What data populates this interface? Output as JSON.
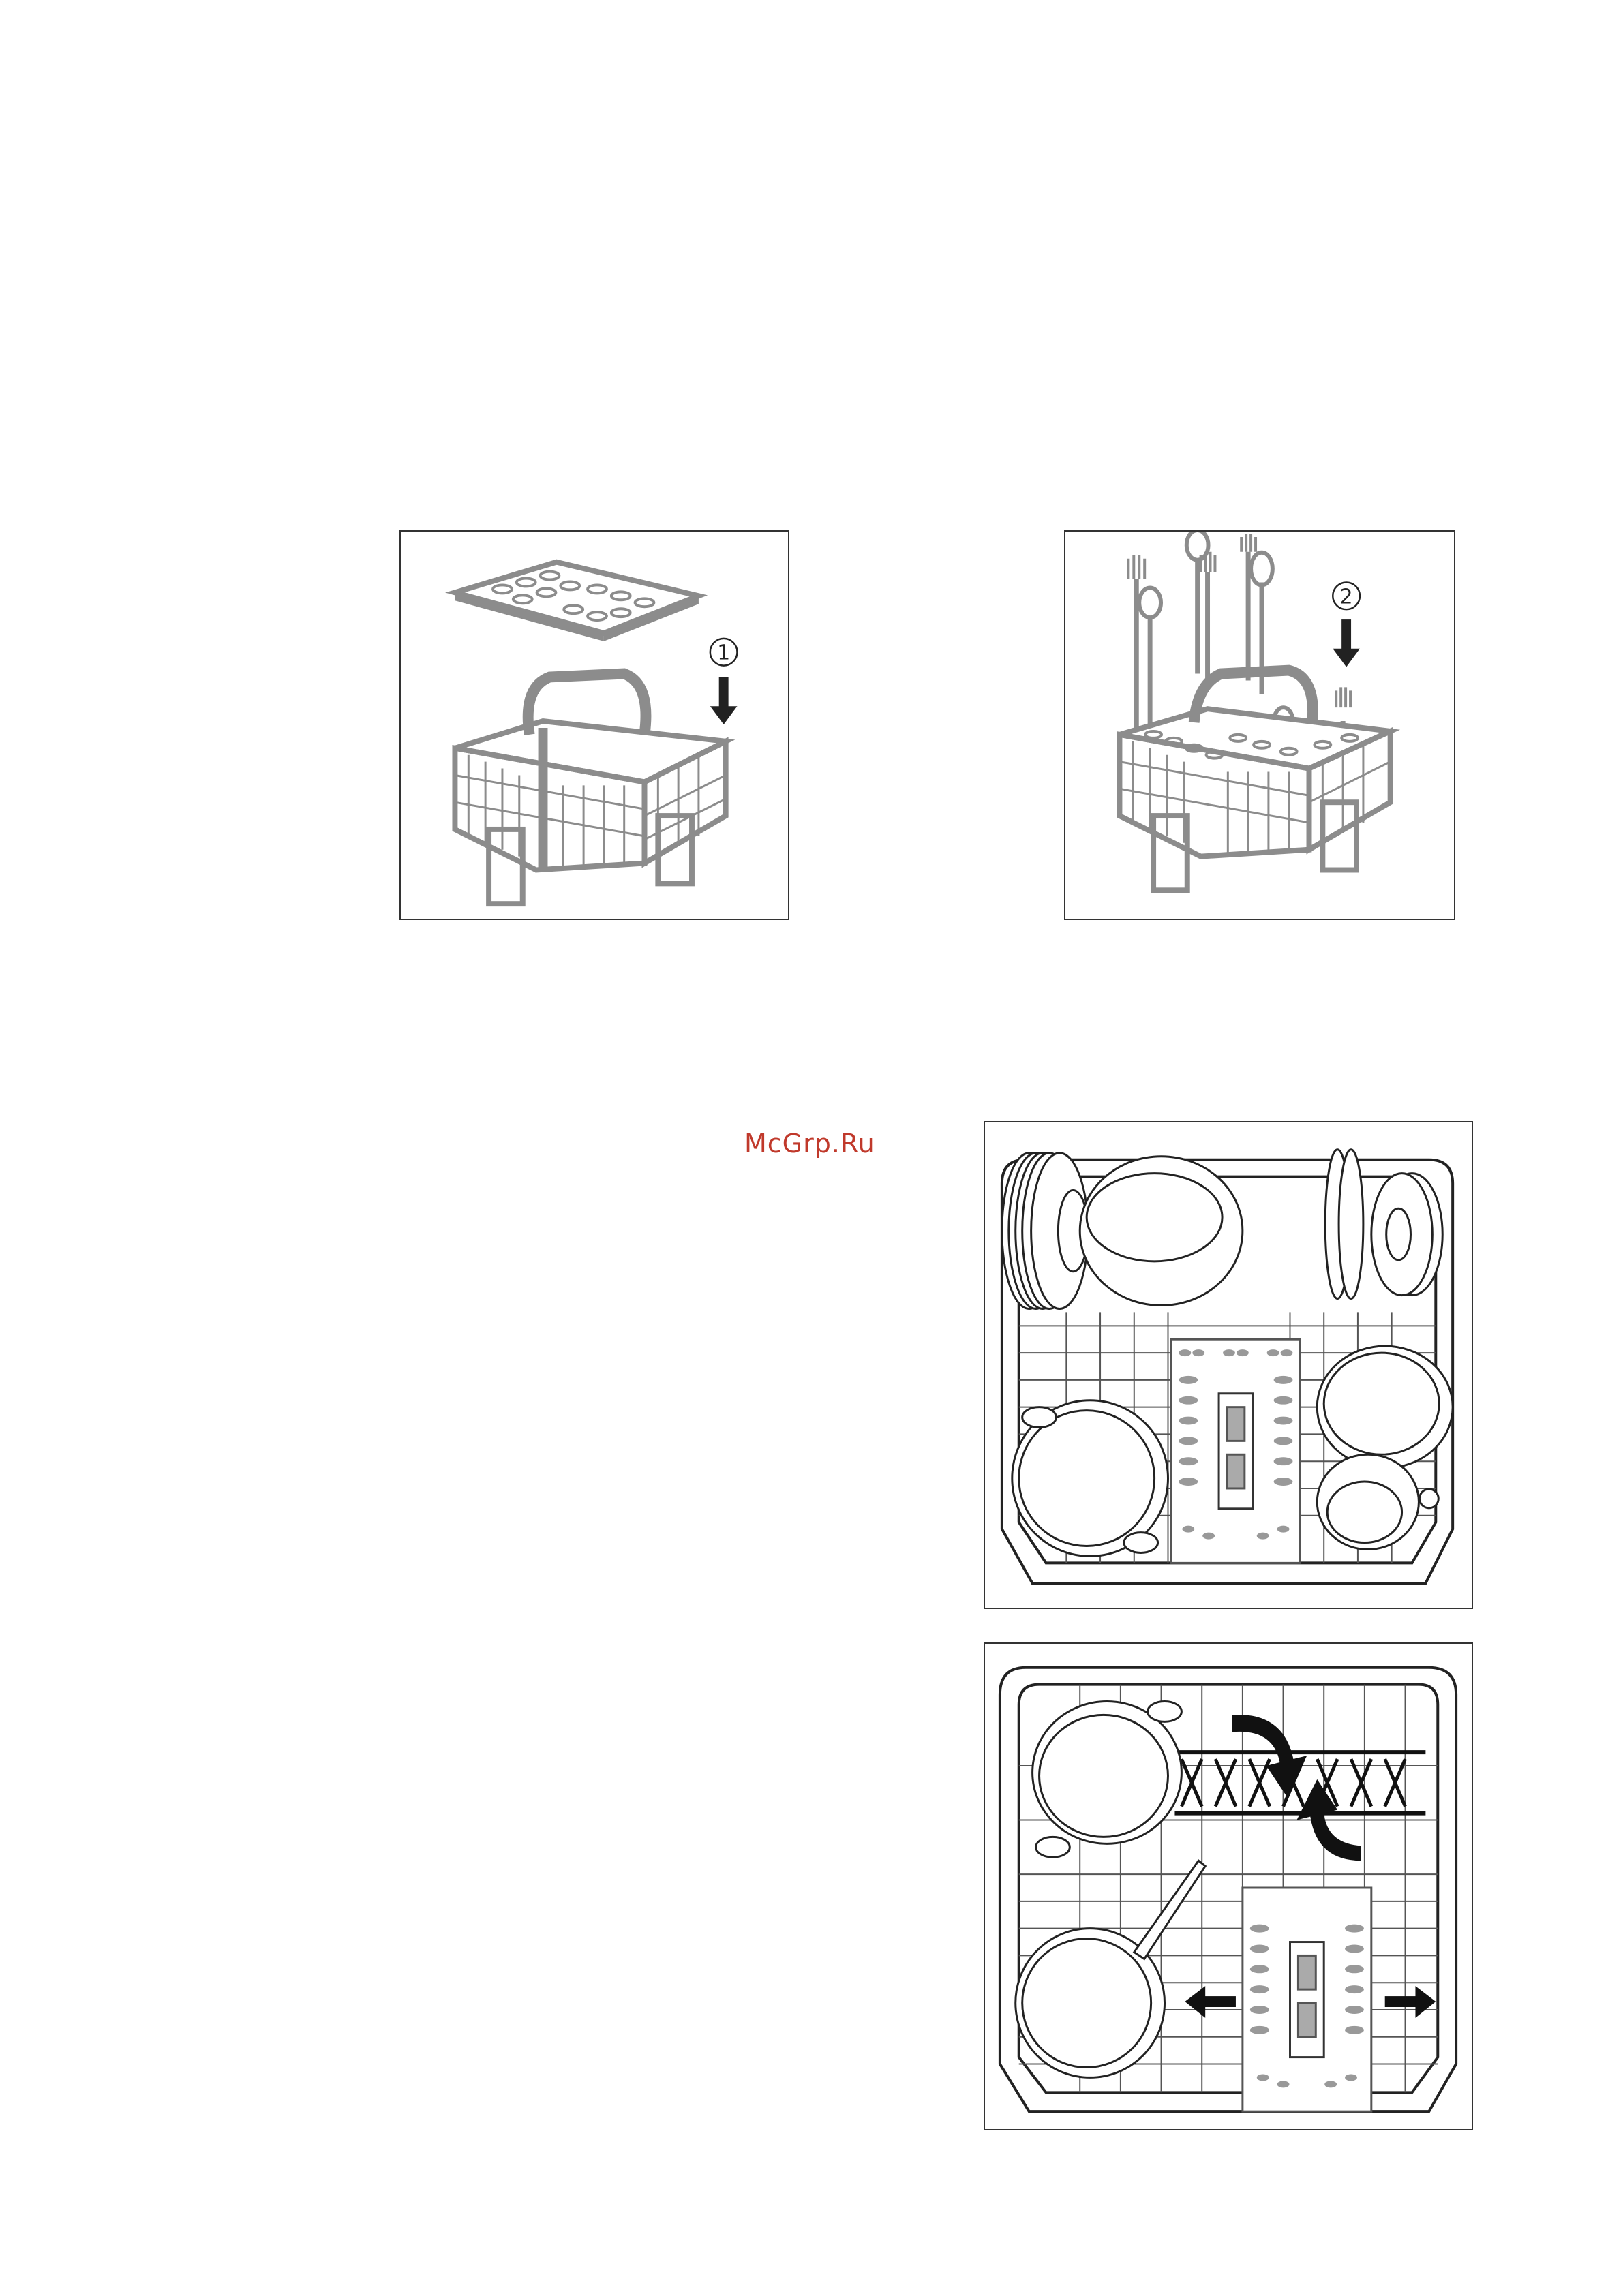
{
  "watermark": {
    "text": "McGrp.Ru"
  },
  "figures": [
    {
      "id": "cutlery-basket-grid-insertion",
      "step_marker": "1",
      "arrow": "down"
    },
    {
      "id": "cutlery-basket-loading",
      "step_marker": "2",
      "arrow": "down"
    },
    {
      "id": "lower-basket-loaded-with-plates"
    },
    {
      "id": "lower-basket-folded-racks-with-pots",
      "arrows": [
        "fold-down",
        "fold-up",
        "left",
        "right"
      ]
    }
  ],
  "colors": {
    "line": "#333333",
    "fill_gray": "#8c8c8c",
    "watermark": "#c0392b"
  }
}
